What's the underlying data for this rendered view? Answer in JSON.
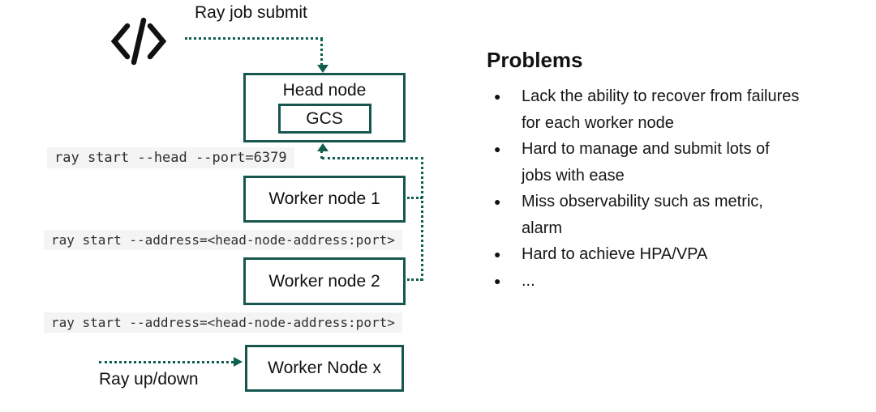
{
  "colors": {
    "box": "#17564e",
    "line": "#0e5f4f",
    "codebg": "#f4f4f4"
  },
  "diagram": {
    "job_submit_label": "Ray job submit",
    "updown_label": "Ray up/down",
    "head_node": {
      "title": "Head node",
      "gcs": "GCS"
    },
    "workers": [
      "Worker node 1",
      "Worker node 2",
      "Worker Node x"
    ],
    "commands": [
      "ray start --head --port=6379",
      "ray start --address=<head-node-address:port>",
      "ray start --address=<head-node-address:port>"
    ]
  },
  "problems": {
    "title": "Problems",
    "bullet_glyph": "●",
    "items": [
      {
        "lines": [
          "Lack the ability to recover from failures",
          "for each worker node"
        ]
      },
      {
        "lines": [
          "Hard to manage and submit lots of",
          "jobs with ease"
        ]
      },
      {
        "lines": [
          "Miss observability such as metric,",
          "alarm"
        ]
      },
      {
        "lines": [
          "Hard to achieve HPA/VPA"
        ]
      },
      {
        "lines": [
          "..."
        ]
      }
    ]
  }
}
